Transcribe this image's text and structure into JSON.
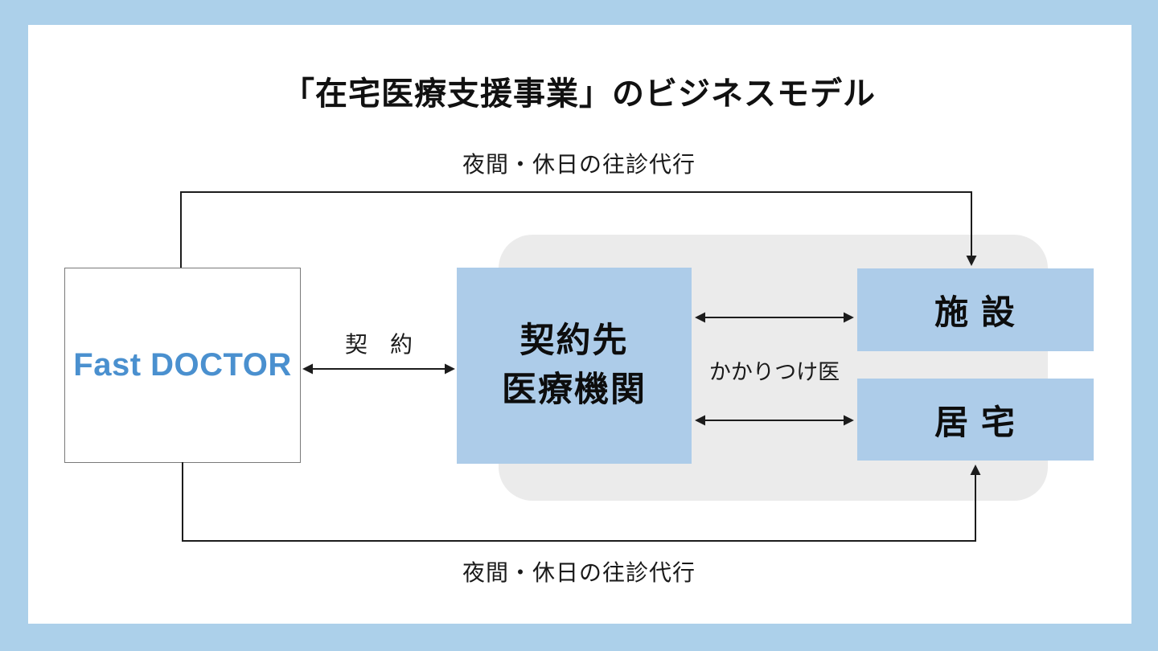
{
  "page": {
    "title": "「在宅医療支援事業」のビジネスモデル",
    "frame_color": "#acd0ea",
    "background": "#ffffff"
  },
  "labels": {
    "top_flow": "夜間・休日の往診代行",
    "bottom_flow": "夜間・休日の往診代行",
    "contract": "契　約",
    "family_doctor": "かかりつけ医"
  },
  "nodes": {
    "fastdoctor": {
      "label": "Fast DOCTOR",
      "text_color": "#4a90cf",
      "fill": "#ffffff"
    },
    "medical_institution": {
      "line1": "契約先",
      "line2": "医療機関",
      "fill": "#adcce9"
    },
    "facility": {
      "label": "施 設",
      "fill": "#adcce9"
    },
    "home": {
      "label": "居 宅",
      "fill": "#adcce9"
    }
  },
  "colors": {
    "group_background": "#ebebeb",
    "connector_line": "#1c1c1c"
  }
}
